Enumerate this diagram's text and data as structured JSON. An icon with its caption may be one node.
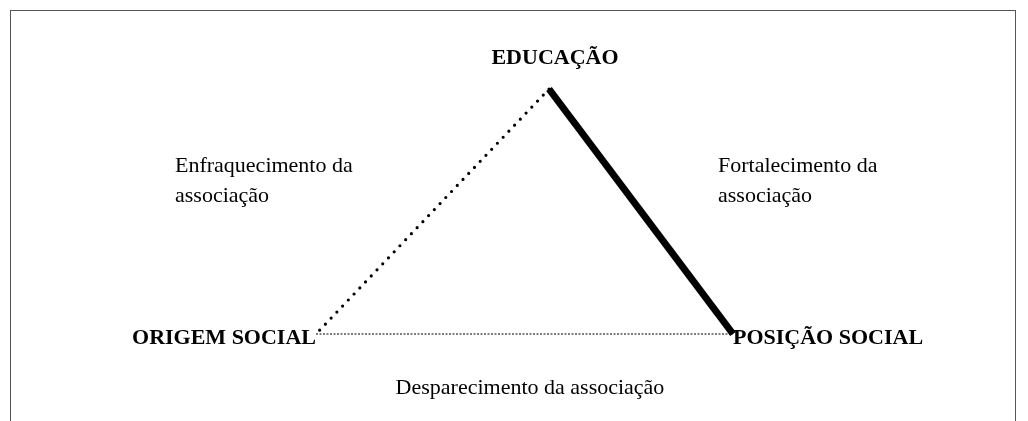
{
  "diagram": {
    "nodes": [
      {
        "text": [
          "EDUCAÇÃO"
        ]
      },
      {
        "text": [
          "ORIGEM SOCIAL"
        ]
      },
      {
        "text": [
          "POSIÇÃO SOCIAL"
        ]
      }
    ],
    "edges": [
      {
        "from": 0,
        "to": 1,
        "arrow": "none",
        "style": "dashed",
        "label": "Enfraquecimento da associação"
      },
      {
        "from": 0,
        "to": 2,
        "arrow": "none",
        "style": "thick",
        "label": "Fortalecimento da associação"
      },
      {
        "from": 1,
        "to": 2,
        "arrow": "none",
        "style": "dashed",
        "label": "Desparecimento da associação"
      }
    ]
  }
}
